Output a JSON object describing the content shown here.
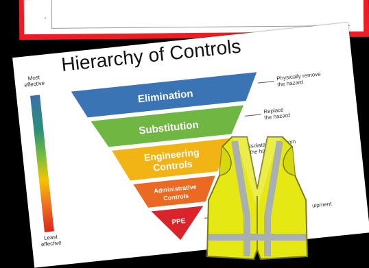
{
  "background_card": {
    "tick_label": "0"
  },
  "poster": {
    "title": "Hierarchy of Controls",
    "scale_top": "Most effective",
    "scale_bottom": "Least effective",
    "levels": [
      {
        "label": "Elimination",
        "note": "Physically remove the hazard",
        "color": "#3b74b5"
      },
      {
        "label": "Substitution",
        "note": "Replace the hazard",
        "color": "#6fb642"
      },
      {
        "label": "Engineering Controls",
        "note": "Isolate people from the hazard",
        "color": "#f2b415"
      },
      {
        "label": "Administrative Controls",
        "note": "",
        "color": "#ea6a23"
      },
      {
        "label": "PPE",
        "note": "uipment",
        "color": "#d9242b"
      }
    ]
  },
  "vest": {
    "description": "high-visibility safety vest",
    "color": "#e5e812"
  }
}
